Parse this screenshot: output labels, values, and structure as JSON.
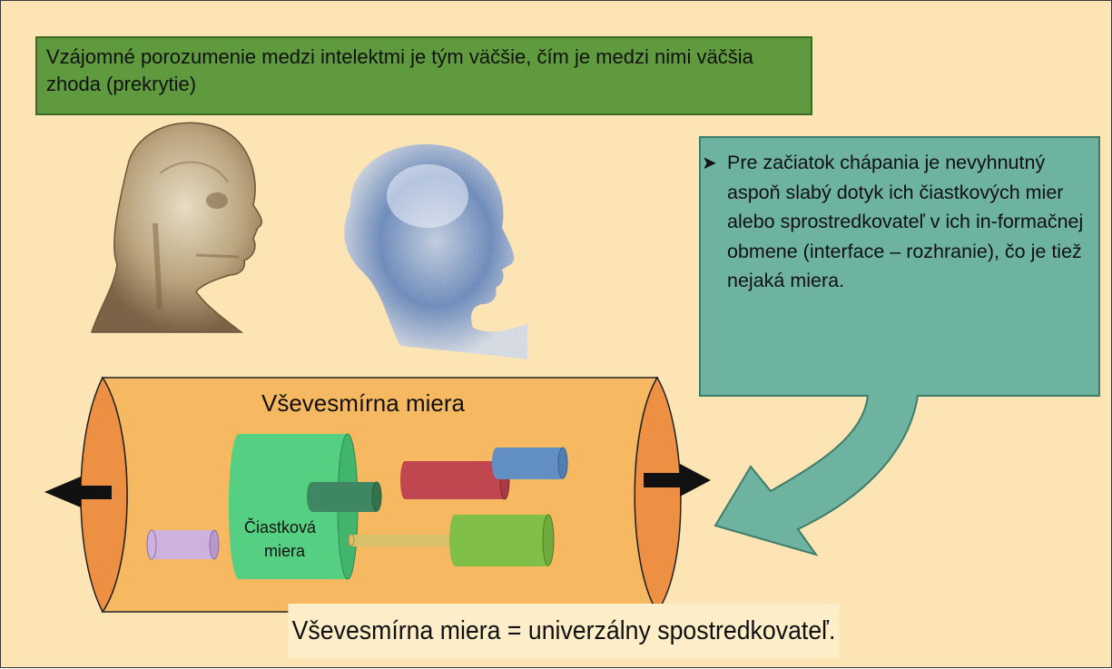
{
  "title": "Vzájomné porozumenie medzi intelektmi je tým väčšie, čím je medzi nimi väčšia zhoda (prekrytie)",
  "callout": {
    "text": "Pre začiatok chápania je nevyhnutný aspoň slabý dotyk ich čiastkových mier alebo sprostredkovateľ v ich in-formačnej obmene (interface – rozhranie), čo je tiež nejaká miera."
  },
  "tube": {
    "label": "Vševesmírna miera",
    "partial_label_line1": "Čiastková",
    "partial_label_line2": "miera"
  },
  "caption": "Vševesmírna miera = univerzálny spostredkovateľ.",
  "colors": {
    "background": "#fce4b4",
    "title_box": "#5f9b3e",
    "callout": "#6db39f",
    "tube": "#f6b860",
    "tube_end": "#ee9043",
    "partial_cylinder": "#55d082"
  },
  "icons": [
    "skull-head-image",
    "particle-head-image",
    "arrow-left-icon",
    "arrow-right-icon",
    "bullet-arrow-icon"
  ]
}
